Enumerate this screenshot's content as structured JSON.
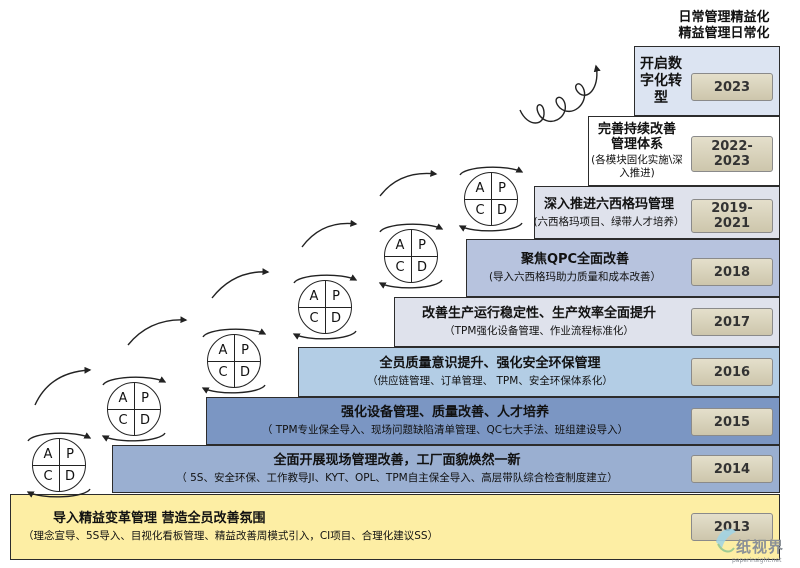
{
  "top_title": {
    "line1": "日常管理精益化",
    "line2": "精益管理日常化"
  },
  "pdca": {
    "a": "A",
    "p": "P",
    "c": "C",
    "d": "D"
  },
  "steps": [
    {
      "id": "2013",
      "title": "导入精益变革管理  营造全员改善氛围",
      "sub": "（理念宣导、5S导入、目视化看板管理、精益改善周模式引入，CI项目、合理化建议SS）",
      "year": "2013"
    },
    {
      "id": "2014",
      "title": "全面开展现场管理改善，工厂面貌焕然一新",
      "sub": "（ 5S、安全环保、工作教导JI、KYT、OPL、TPM自主保全导入、高层带队综合检查制度建立）",
      "year": "2014"
    },
    {
      "id": "2015",
      "title": "强化设备管理、质量改善、人才培养",
      "sub": "（ TPM专业保全导入、现场问题缺陷清单管理、QC七大手法、班组建设导入）",
      "year": "2015"
    },
    {
      "id": "2016",
      "title": "全员质量意识提升、强化安全环保管理",
      "sub": "（供应链管理、订单管理、 TPM、安全环保体系化）",
      "year": "2016"
    },
    {
      "id": "2017",
      "title": "改善生产运行稳定性、生产效率全面提升",
      "sub": "（TPM强化设备管理、作业流程标准化）",
      "year": "2017"
    },
    {
      "id": "2018",
      "title": "聚焦QPC全面改善",
      "sub": "(导入六西格玛助力质量和成本改善）",
      "year": "2018"
    },
    {
      "id": "2019",
      "title": "深入推进六西格玛管理",
      "sub": "(六西格玛项目、绿带人才培养）",
      "year": "2019-\n2021"
    },
    {
      "id": "2022",
      "title": "完善持续改善管理体系",
      "sub": "(各模块固化实施\\深入推进)",
      "year": "2022-\n2023"
    },
    {
      "id": "2023",
      "title": "开启数字化转型",
      "sub": "",
      "year": "2023"
    }
  ],
  "watermark": {
    "text": "纸视界",
    "url": "paperinsight.net"
  },
  "colors": {
    "step_2013": "#fdeea4",
    "step_2014": "#9aafd1",
    "step_2015": "#7b96c3",
    "step_2016": "#b3cde5",
    "step_2017": "#dfe2ec",
    "step_2018": "#b7c3de",
    "step_2019": "#dfe2ec",
    "step_2022": "#ffffff",
    "step_2023": "#dce4f2",
    "year_box": "#d9d3bb"
  }
}
